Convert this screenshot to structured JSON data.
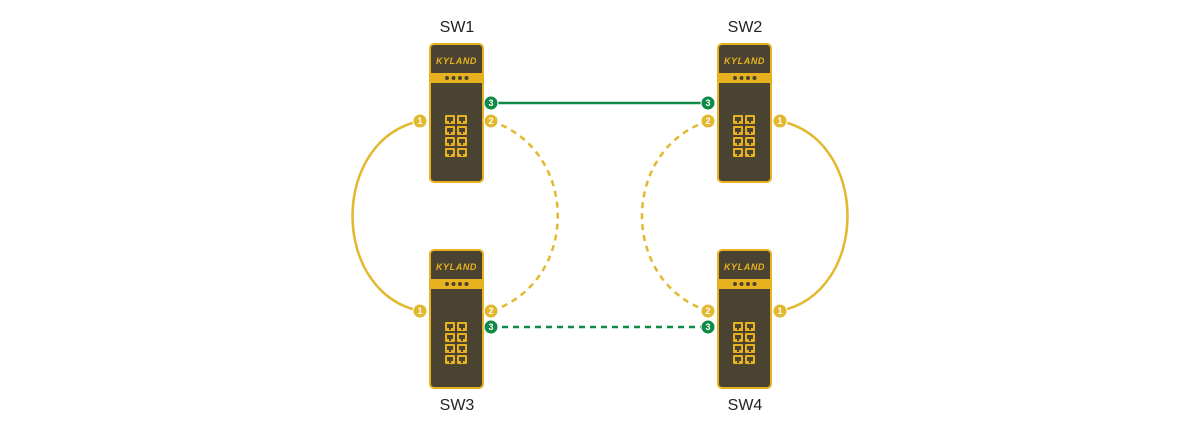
{
  "colors": {
    "body": "#4a4331",
    "accent": "#e8b21f",
    "ring_link": "#e2b82f",
    "backup_link": "#0f8a45",
    "port_icon": "#e8b21f",
    "port_badge_text": "#ffffff"
  },
  "brand": "KYLAND",
  "switches": [
    {
      "id": "sw1",
      "label": "SW1"
    },
    {
      "id": "sw2",
      "label": "SW2"
    },
    {
      "id": "sw3",
      "label": "SW3"
    },
    {
      "id": "sw4",
      "label": "SW4"
    }
  ],
  "ports": [
    {
      "id": "sw1-p1",
      "num": "1",
      "color": "yellow"
    },
    {
      "id": "sw1-p2",
      "num": "2",
      "color": "yellow"
    },
    {
      "id": "sw1-p3",
      "num": "3",
      "color": "green"
    },
    {
      "id": "sw2-p1",
      "num": "1",
      "color": "yellow"
    },
    {
      "id": "sw2-p2",
      "num": "2",
      "color": "yellow"
    },
    {
      "id": "sw2-p3",
      "num": "3",
      "color": "green"
    },
    {
      "id": "sw3-p1",
      "num": "1",
      "color": "yellow"
    },
    {
      "id": "sw3-p2",
      "num": "2",
      "color": "yellow"
    },
    {
      "id": "sw3-p3",
      "num": "3",
      "color": "green"
    },
    {
      "id": "sw4-p1",
      "num": "1",
      "color": "yellow"
    },
    {
      "id": "sw4-p2",
      "num": "2",
      "color": "yellow"
    },
    {
      "id": "sw4-p3",
      "num": "3",
      "color": "green"
    }
  ],
  "links": [
    {
      "id": "sw1-sw3-p1",
      "from": "sw1-p1",
      "to": "sw3-p1",
      "color": "yellow",
      "style": "solid"
    },
    {
      "id": "sw1-sw3-p2",
      "from": "sw1-p2",
      "to": "sw3-p2",
      "color": "yellow",
      "style": "dashed"
    },
    {
      "id": "sw2-sw4-p1",
      "from": "sw2-p1",
      "to": "sw4-p1",
      "color": "yellow",
      "style": "solid"
    },
    {
      "id": "sw2-sw4-p2",
      "from": "sw2-p2",
      "to": "sw4-p2",
      "color": "yellow",
      "style": "dashed"
    },
    {
      "id": "sw1-sw2-p3",
      "from": "sw1-p3",
      "to": "sw2-p3",
      "color": "green",
      "style": "solid"
    },
    {
      "id": "sw3-sw4-p3",
      "from": "sw3-p3",
      "to": "sw4-p3",
      "color": "green",
      "style": "dashed"
    }
  ]
}
